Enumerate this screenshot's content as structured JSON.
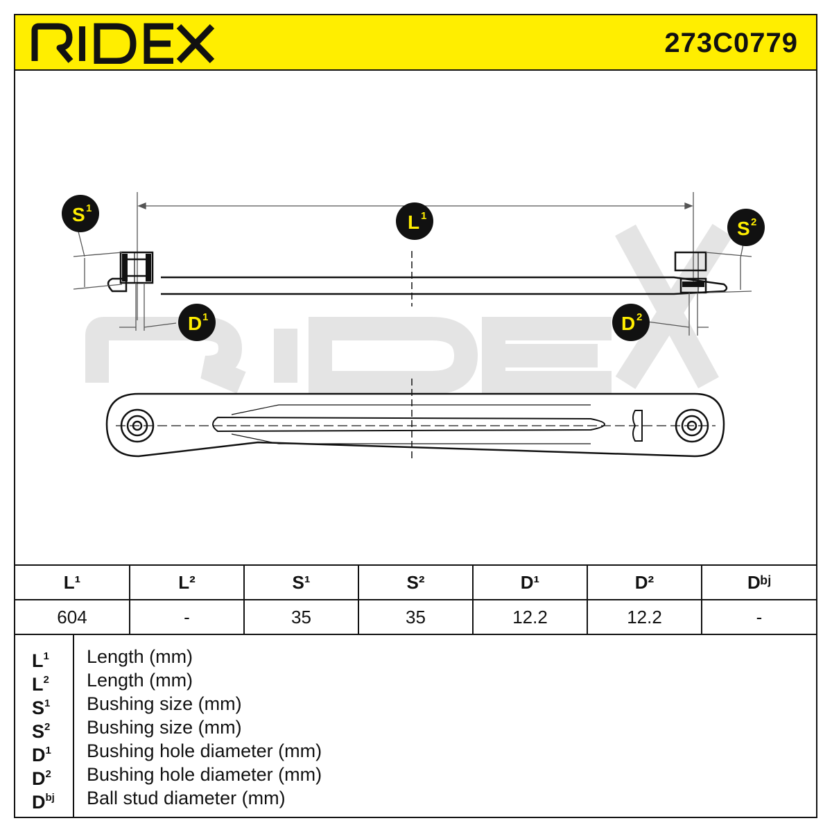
{
  "header": {
    "brand": "RIDEX",
    "part_number": "273C0779",
    "background_color": "#ffee00"
  },
  "diagram": {
    "watermark": "RIDEX",
    "callouts": {
      "L1": {
        "letter": "L",
        "sup": "1"
      },
      "S1": {
        "letter": "S",
        "sup": "1"
      },
      "S2": {
        "letter": "S",
        "sup": "2"
      },
      "D1": {
        "letter": "D",
        "sup": "1"
      },
      "D2": {
        "letter": "D",
        "sup": "2"
      }
    }
  },
  "table": {
    "headers": [
      "L¹",
      "L²",
      "S¹",
      "S²",
      "D¹",
      "D²",
      "Dᵇʲ"
    ],
    "values": [
      "604",
      "-",
      "35",
      "35",
      "12.2",
      "12.2",
      "-"
    ]
  },
  "legend": [
    {
      "symbol": "L",
      "sup": "1",
      "description": "Length (mm)"
    },
    {
      "symbol": "L",
      "sup": "2",
      "description": "Length (mm)"
    },
    {
      "symbol": "S",
      "sup": "1",
      "description": "Bushing size (mm)"
    },
    {
      "symbol": "S",
      "sup": "2",
      "description": "Bushing size (mm)"
    },
    {
      "symbol": "D",
      "sup": "1",
      "description": "Bushing hole diameter (mm)"
    },
    {
      "symbol": "D",
      "sup": "2",
      "description": "Bushing hole diameter (mm)"
    },
    {
      "symbol": "D",
      "sup": "bj",
      "description": "Ball stud diameter (mm)"
    }
  ]
}
